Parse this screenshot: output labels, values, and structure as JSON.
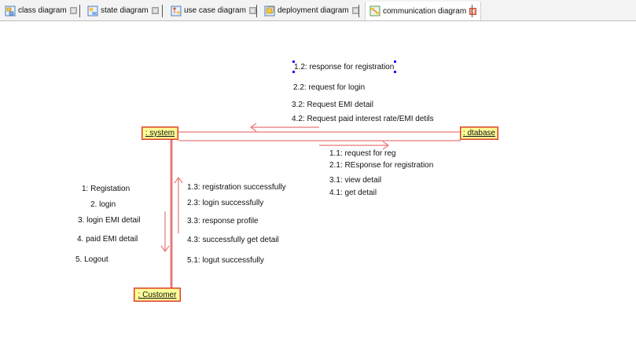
{
  "tabs": [
    {
      "label": "class diagram",
      "icon": "class-diagram-icon",
      "active": false
    },
    {
      "label": "state diagram",
      "icon": "state-diagram-icon",
      "active": false
    },
    {
      "label": "use case diagram",
      "icon": "use-case-diagram-icon",
      "active": false
    },
    {
      "label": "deployment diagram",
      "icon": "deployment-diagram-icon",
      "active": false
    },
    {
      "label": "communication diagram",
      "icon": "communication-diagram-icon",
      "active": true
    }
  ],
  "objects": {
    "system": ": system",
    "database": ": dtabase",
    "customer": ": Customer"
  },
  "messages": {
    "system_to_database_top": [
      "1.2: response for registration",
      "2.2: request for login",
      "3.2: Request EMI detail",
      "4.2: Request paid interest rate/EMI detils"
    ],
    "system_to_database_bottom": [
      "1.1: request for reg",
      "2.1: REsponse for registration",
      "3.1: view detail",
      "4.1: get detail"
    ],
    "customer_to_system_left": [
      "1: Registation",
      "2. login",
      "3. login EMI detail",
      "4. paid EMI detail",
      "5. Logout"
    ],
    "customer_to_system_right": [
      "1.3: registration successfully",
      "2.3: login successfully",
      "3.3: response profile",
      "4.3: successfully get detail",
      "5.1: logut successfully"
    ]
  },
  "colors": {
    "object_fill": "#ffff99",
    "object_border": "#d93a26",
    "link": "#e87878",
    "selection": "#1a1aff"
  }
}
